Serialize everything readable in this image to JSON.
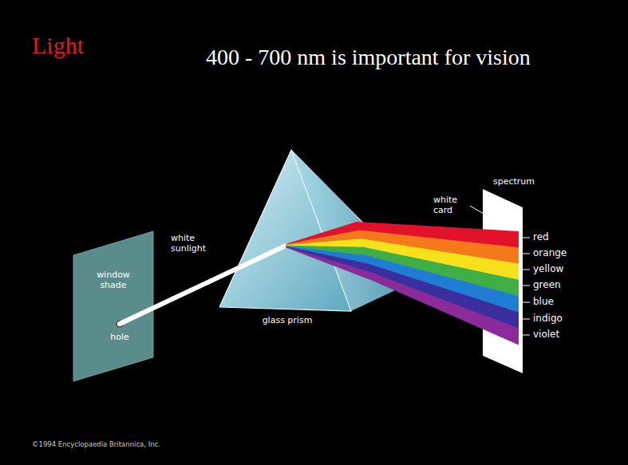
{
  "diagram": {
    "title": "Light",
    "nodes": [
      {
        "text": [
          "window shade",
          "hole"
        ]
      },
      {
        "text": [
          "glass prism"
        ]
      },
      {
        "text": [
          "spectrum",
          "white card"
        ]
      }
    ],
    "edges": [
      {
        "from": 0,
        "to": 1,
        "arrow": "none",
        "label": "white sunlight"
      },
      {
        "from": 1,
        "to": 2,
        "arrow": "none"
      }
    ],
    "labels": [
      "400 - 700 nm is important for vision",
      "red",
      "orange",
      "yellow",
      "green",
      "blue",
      "indigo",
      "violet",
      "©1994 Encyclopaedia Britannica, Inc."
    ]
  }
}
